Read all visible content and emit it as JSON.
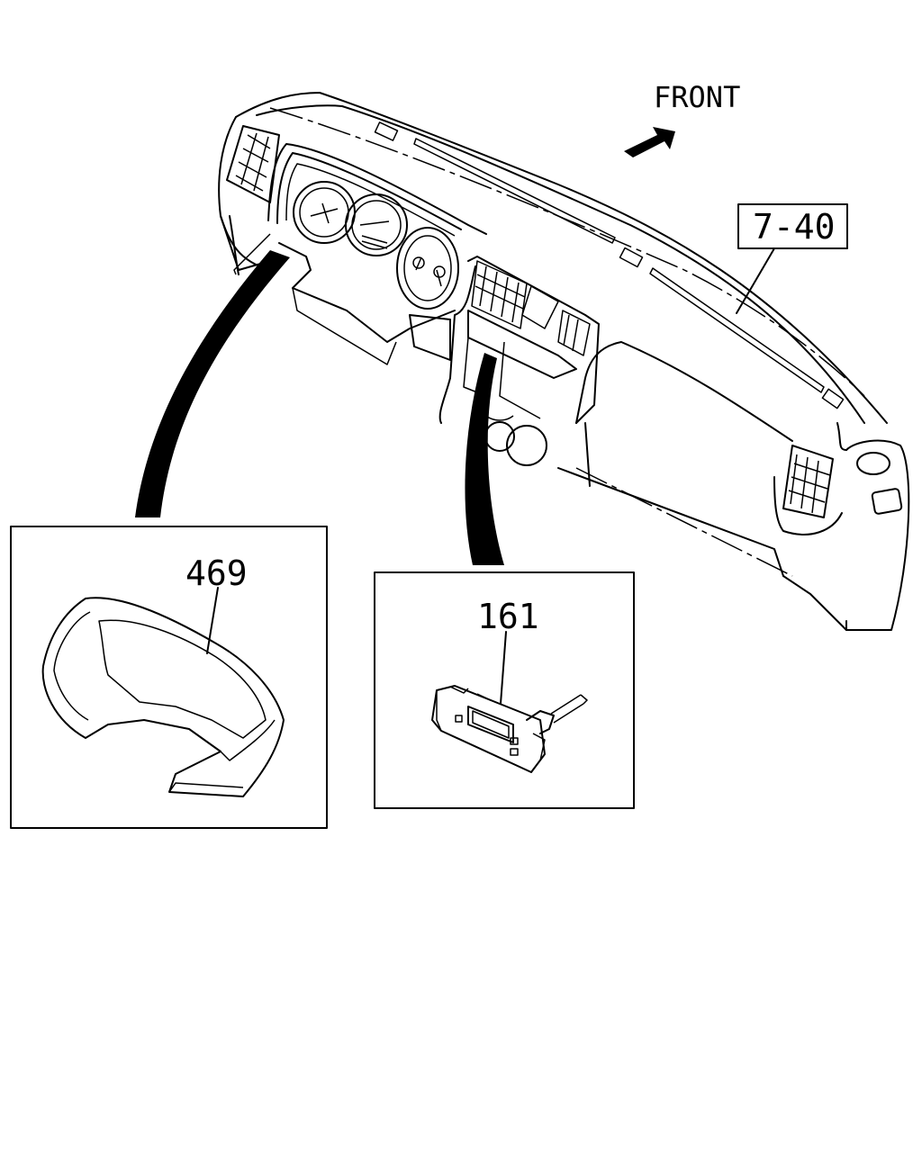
{
  "labels": {
    "front": "FRONT",
    "ref_part": "7-40",
    "cluster_bezel_part": "469",
    "switch_part": "161"
  },
  "colors": {
    "ink": "#000000",
    "paper": "#ffffff"
  },
  "icons": {
    "direction": "arrow-up-right-icon"
  }
}
